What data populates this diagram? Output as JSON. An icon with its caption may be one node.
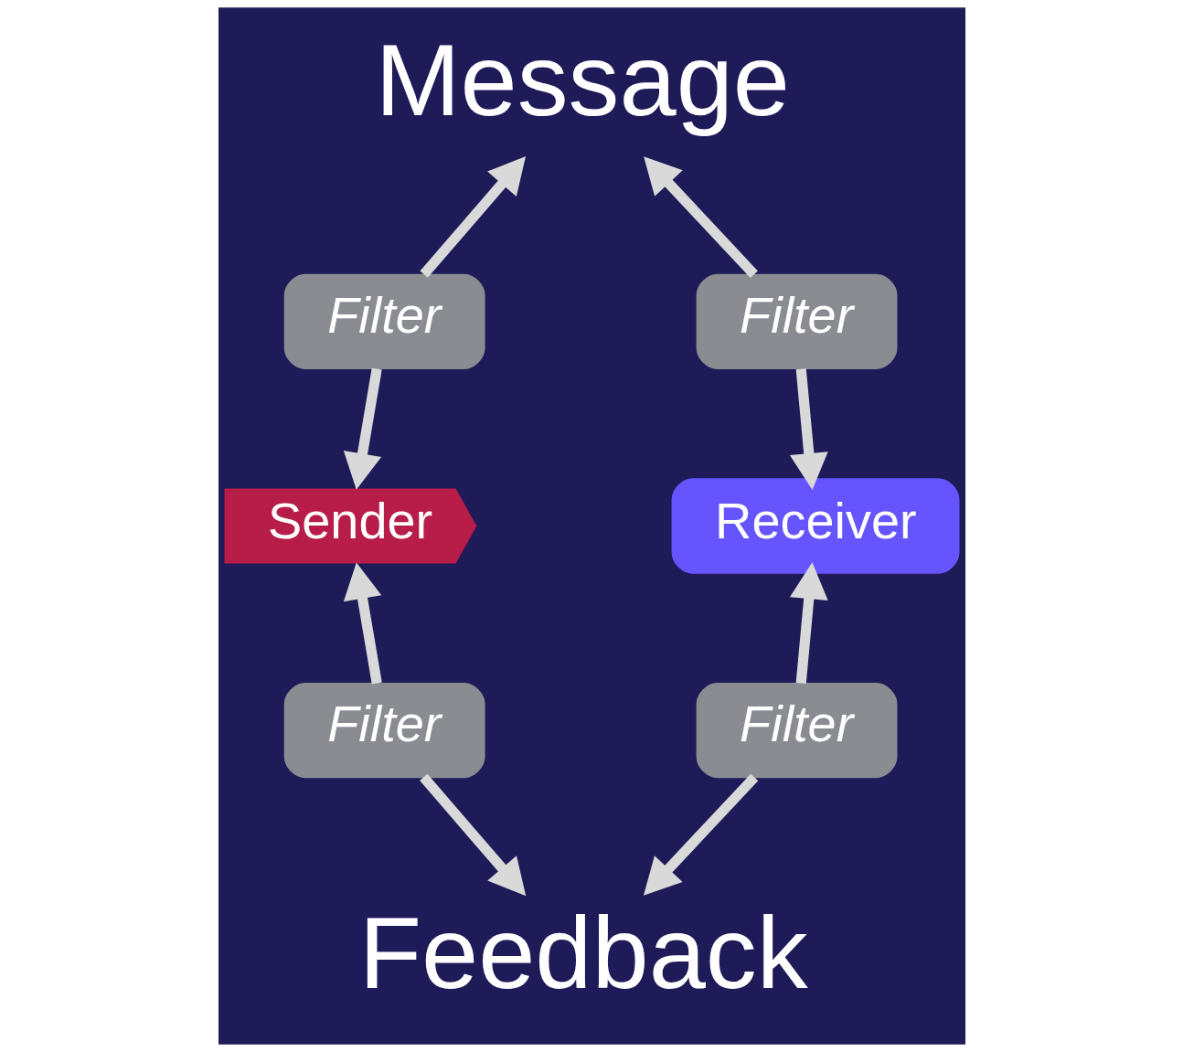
{
  "diagram": {
    "nodes": [
      {
        "text": [
          "Message"
        ]
      },
      {
        "text": [
          "Filter"
        ]
      },
      {
        "text": [
          "Filter"
        ]
      },
      {
        "text": [
          "Sender"
        ]
      },
      {
        "text": [
          "Receiver"
        ]
      },
      {
        "text": [
          "Filter"
        ]
      },
      {
        "text": [
          "Filter"
        ]
      },
      {
        "text": [
          "Feedback"
        ]
      }
    ],
    "edges": [
      {
        "from": 1,
        "to": 0,
        "arrow": "to"
      },
      {
        "from": 1,
        "to": 3,
        "arrow": "to"
      },
      {
        "from": 2,
        "to": 0,
        "arrow": "to"
      },
      {
        "from": 2,
        "to": 4,
        "arrow": "to"
      },
      {
        "from": 5,
        "to": 3,
        "arrow": "to"
      },
      {
        "from": 5,
        "to": 7,
        "arrow": "to"
      },
      {
        "from": 6,
        "to": 4,
        "arrow": "to"
      },
      {
        "from": 6,
        "to": 7,
        "arrow": "to"
      }
    ]
  }
}
